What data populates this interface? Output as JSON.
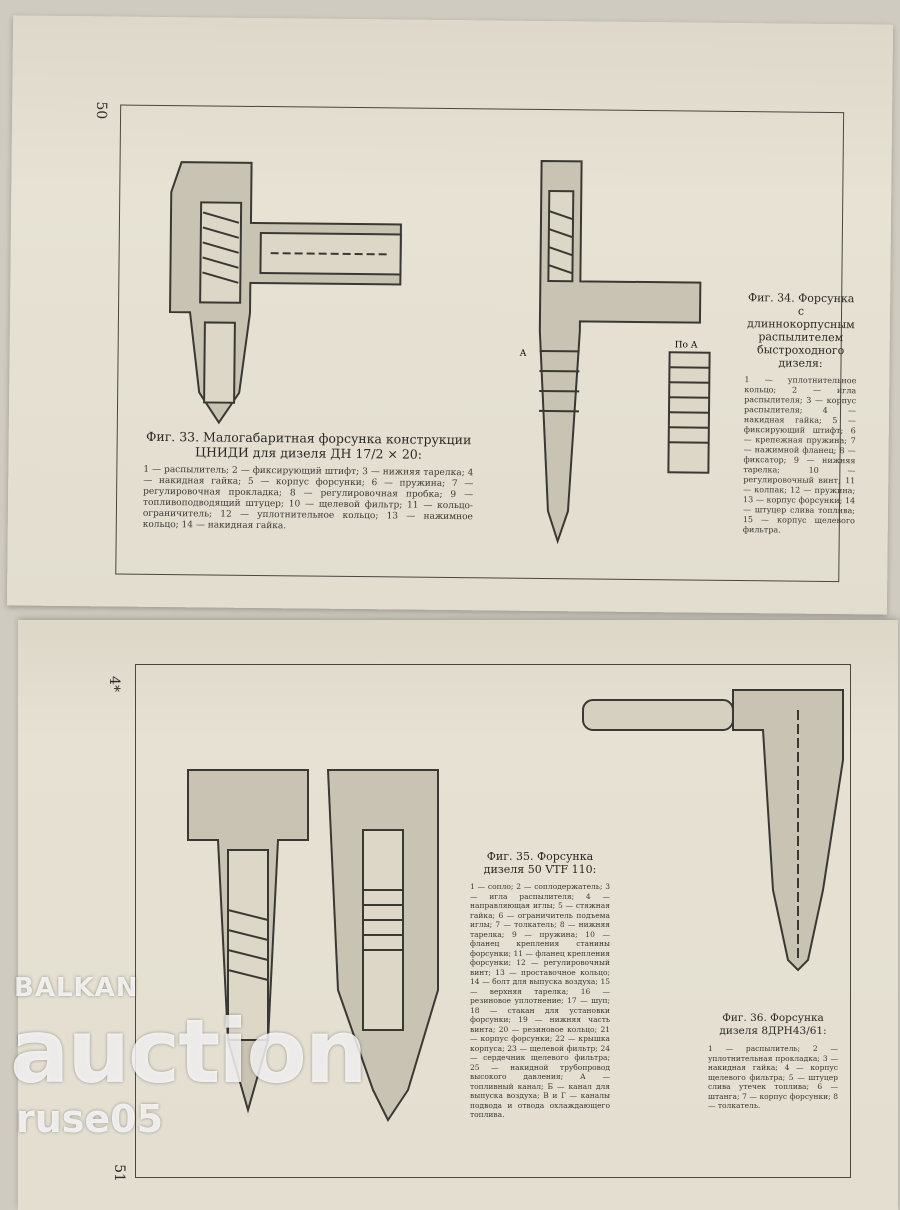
{
  "top_page": {
    "page_number": "50",
    "fig33": {
      "title": "Фиг. 33. Малогабаритная форсунка конструкции ЦНИДИ для дизеля ДН 17/2 × 20:",
      "legend": "1 — распылитель; 2 — фиксирующий штифт; 3 — нижняя тарелка; 4 — накидная гайка; 5 — корпус форсунки; 6 — пружина; 7 — регулировочная прокладка; 8 — регулировочная пробка; 9 — топливоподводящий штуцер; 10 — щелевой фильтр; 11 — кольцо-ограничитель; 12 — уплотнительное кольцо; 13 — нажимное кольцо; 14 — накидная гайка."
    },
    "fig34": {
      "title": "Фиг. 34. Форсунка с длиннокорпусным распылителем быстроходного дизеля:",
      "legend": "1 — уплотнительное кольцо; 2 — игла распылителя; 3 — корпус распылителя; 4 — накидная гайка; 5 — фиксирующий штифт; 6 — крепежная пружина; 7 — нажимной фланец; 8 — фиксатор; 9 — нижняя тарелка; 10 — регулировочный винт; 11 — колпак; 12 — пружина; 13 — корпус форсунки; 14 — штуцер слива топлива; 15 — корпус щелевого фильтра."
    },
    "drawing_labels": [
      "По А",
      "А"
    ]
  },
  "bottom_page": {
    "page_number": "51",
    "signature_mark": "4*",
    "fig35": {
      "title": "Фиг. 35. Форсунка дизеля 50 VTF 110:",
      "legend": "1 — сопло; 2 — соплодержатель; 3 — игла распылителя; 4 — направляющая иглы; 5 — стяжная гайка; 6 — ограничитель подъема иглы; 7 — толкатель; 8 — нижняя тарелка; 9 — пружина; 10 — фланец крепления станины форсунки; 11 — фланец крепления форсунки; 12 — регулировочный винт; 13 — проставочное кольцо; 14 — болт для выпуска воздуха; 15 — верхняя тарелка; 16 — резиновое уплотнение; 17 — шуп; 18 — стакан для установки форсунки; 19 — нижняя часть винта; 20 — резиновое кольцо; 21 — корпус форсунки; 22 — крышка корпуса; 23 — щелевой фильтр; 24 — сердечник щелевого фильтра; 25 — накидной трубопровод высокого давления; А — топливный канал; Б — канал для выпуска воздуха; В и Г — каналы подвода и отвода охлаждающего топлива."
    },
    "fig36": {
      "title": "Фиг. 36. Форсунка дизеля 8ДРН43/61:",
      "legend": "1 — распылитель; 2 — уплотнительная прокладка; 3 — накидная гайка; 4 — корпус щелевого фильтра; 5 — штуцер слива утечек топлива; 6 — штанга; 7 — корпус форсунки; 8 — толкатель."
    }
  },
  "watermark": {
    "line1": "BALKAN",
    "line2": "auction",
    "line3": "ruse05"
  }
}
